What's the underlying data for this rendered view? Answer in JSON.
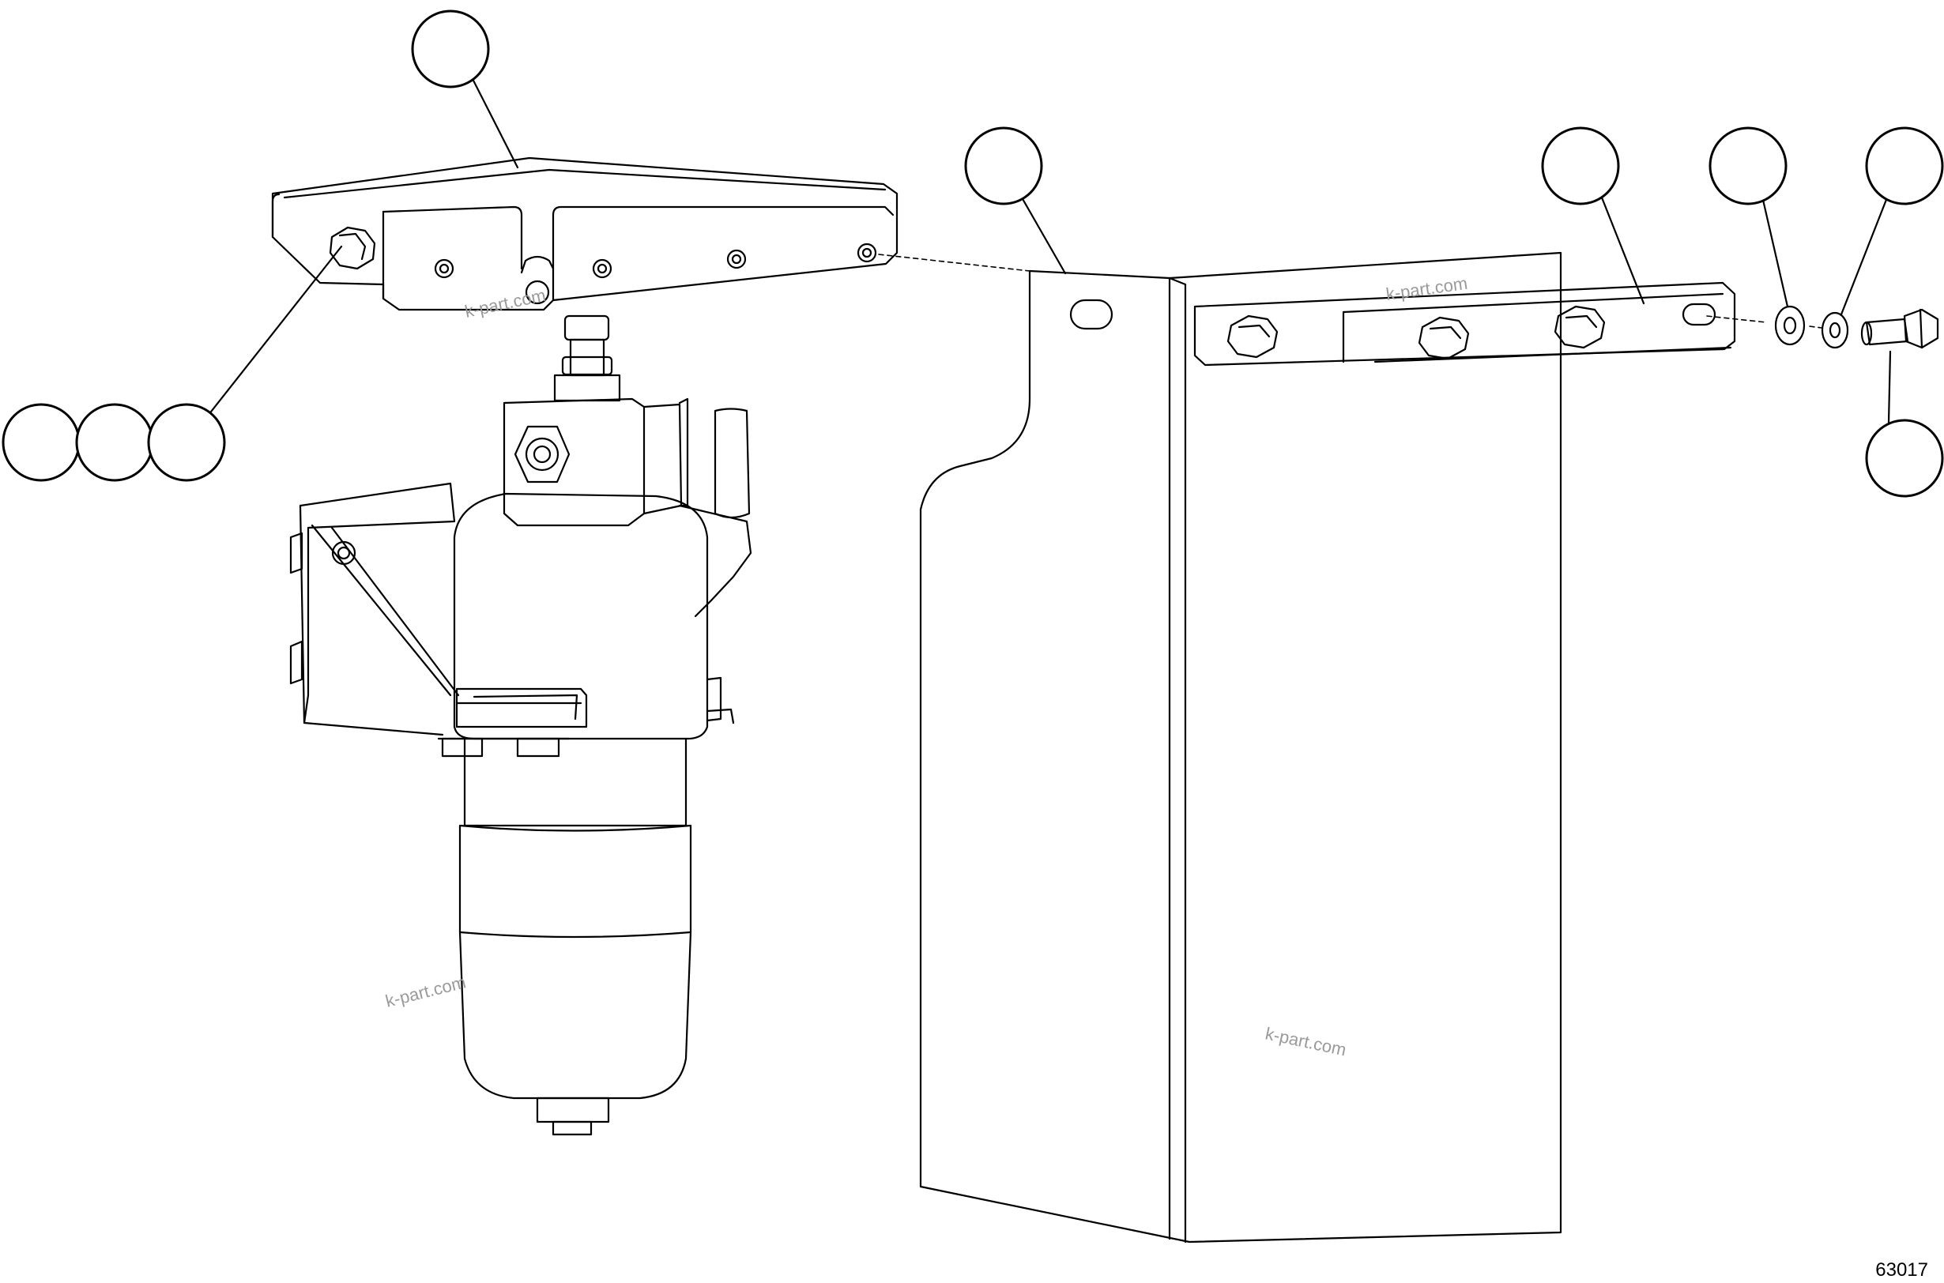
{
  "diagram": {
    "figure_number": "63017",
    "watermarks": [
      "k-part.com",
      "k-part.com",
      "k-part.com",
      "k-part.com"
    ],
    "callouts": [
      "",
      "",
      "",
      "",
      "",
      "",
      "",
      "",
      ""
    ]
  },
  "colors": {
    "line": "#000000",
    "background": "#ffffff",
    "watermark": "#9a9a9a"
  }
}
